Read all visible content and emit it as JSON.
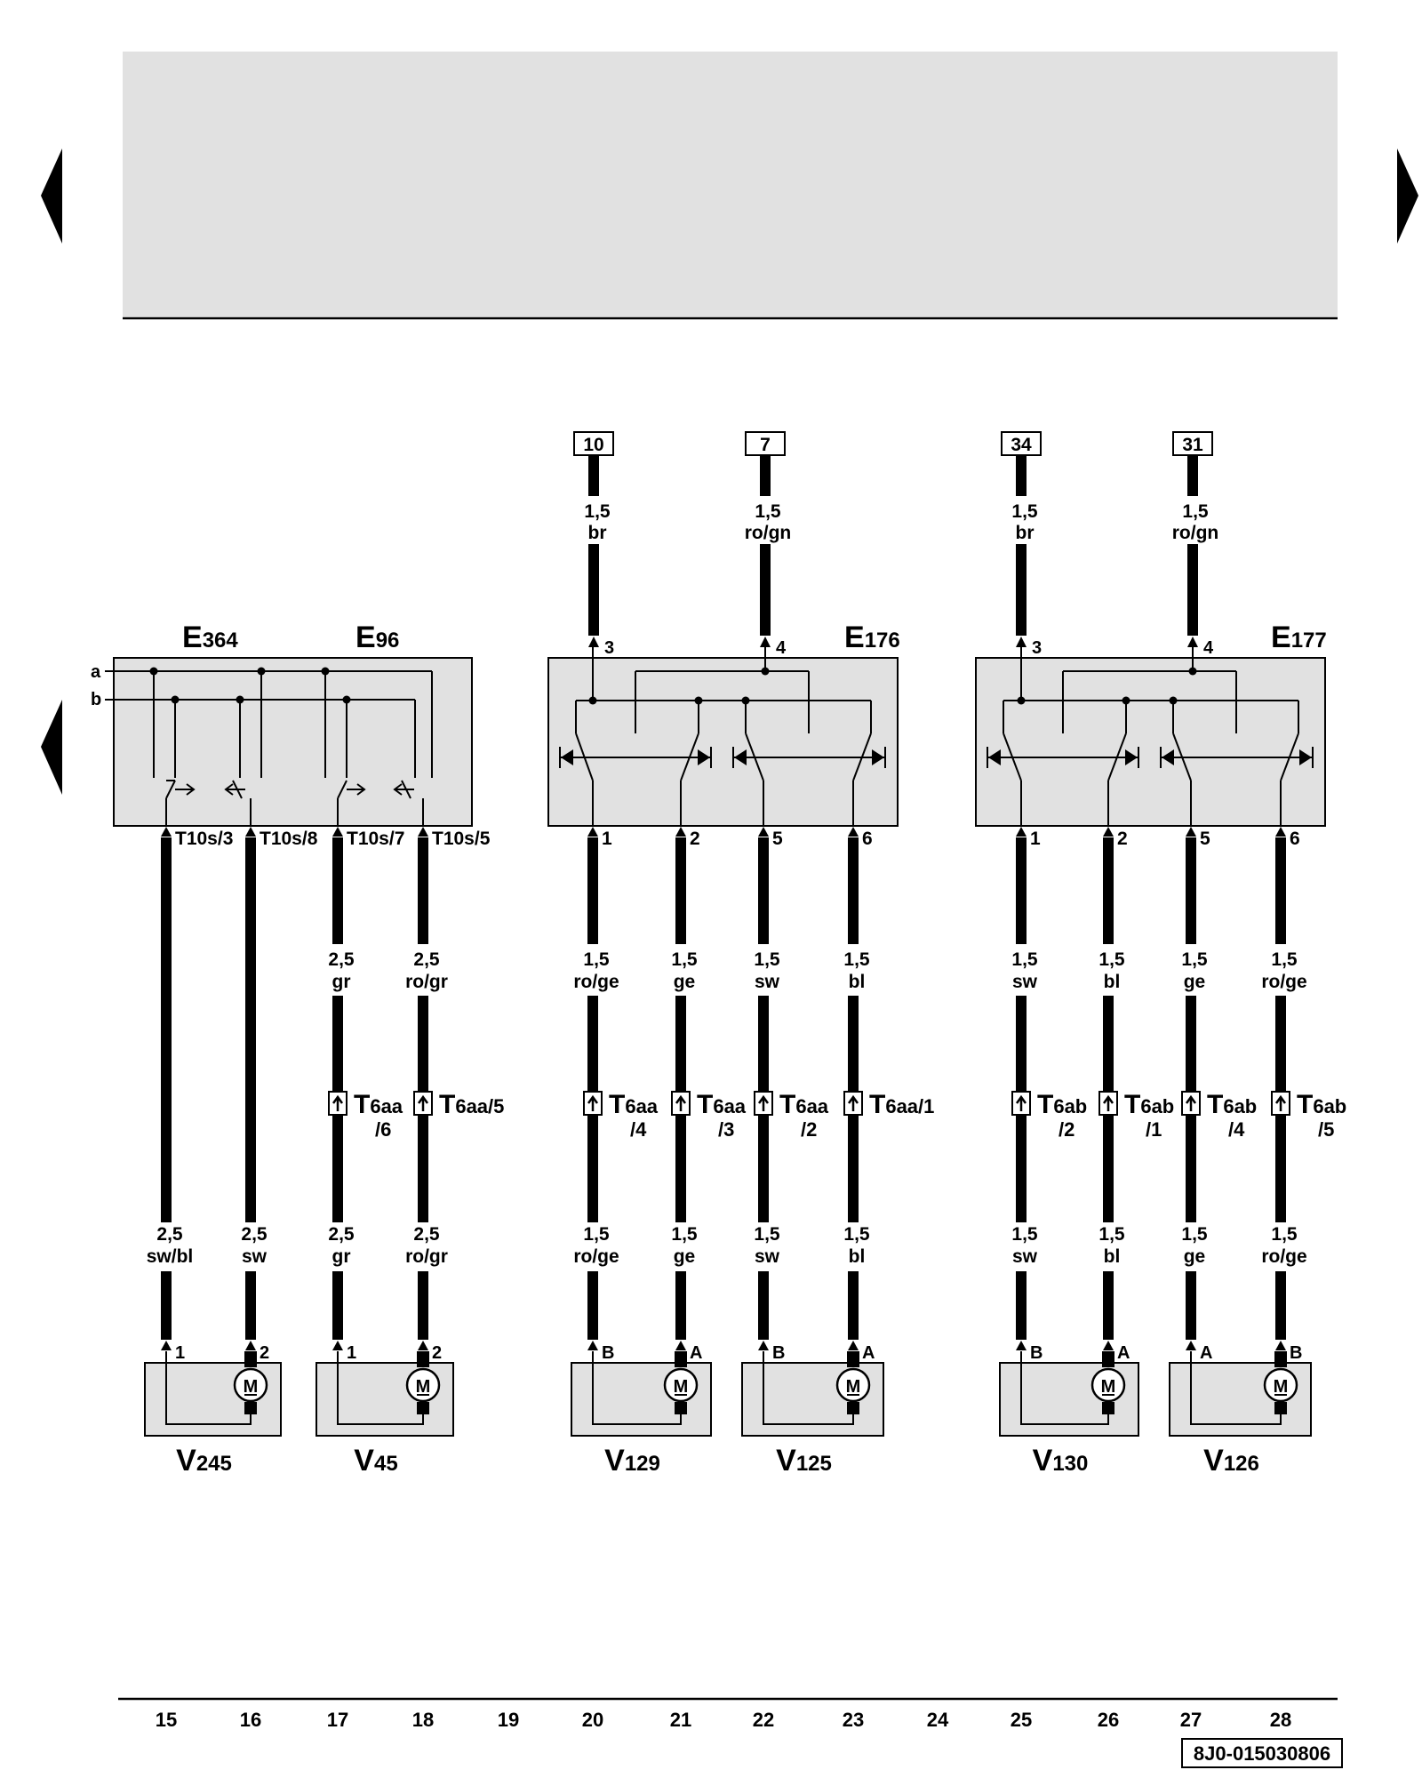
{
  "nav": {
    "prev_top": "previous-page",
    "next_top": "next-page",
    "prev_mid": "previous-page"
  },
  "components": {
    "E364": {
      "letter": "E",
      "num": "364"
    },
    "E96": {
      "letter": "E",
      "num": "96"
    },
    "E176": {
      "letter": "E",
      "num": "176"
    },
    "E177": {
      "letter": "E",
      "num": "177"
    }
  },
  "bus_labels": {
    "a": "a",
    "b": "b"
  },
  "refs": {
    "r10": "10",
    "r7": "7",
    "r34": "34",
    "r31": "31"
  },
  "top_wires": {
    "w20": {
      "size": "1,5",
      "color": "br"
    },
    "w22": {
      "size": "1,5",
      "color": "ro/gn"
    },
    "w25": {
      "size": "1,5",
      "color": "br"
    },
    "w27": {
      "size": "1,5",
      "color": "ro/gn"
    }
  },
  "top_pins": {
    "p20": "3",
    "p22": "4",
    "p25": "3",
    "p27": "4"
  },
  "switch_pins": {
    "c15": "T10s/3",
    "c16": "T10s/8",
    "c17": "T10s/7",
    "c18": "T10s/5",
    "c20": "1",
    "c21": "2",
    "c22": "5",
    "c23": "6",
    "c25": "1",
    "c26": "2",
    "c27": "5",
    "c28": "6"
  },
  "upper_wires": {
    "c17": {
      "size": "2,5",
      "color": "gr"
    },
    "c18": {
      "size": "2,5",
      "color": "ro/gr"
    },
    "c20": {
      "size": "1,5",
      "color": "ro/ge"
    },
    "c21": {
      "size": "1,5",
      "color": "ge"
    },
    "c22": {
      "size": "1,5",
      "color": "sw"
    },
    "c23": {
      "size": "1,5",
      "color": "bl"
    },
    "c25": {
      "size": "1,5",
      "color": "sw"
    },
    "c26": {
      "size": "1,5",
      "color": "bl"
    },
    "c27": {
      "size": "1,5",
      "color": "ge"
    },
    "c28": {
      "size": "1,5",
      "color": "ro/ge"
    }
  },
  "connectors": {
    "c17": {
      "t": "T",
      "sub": "6aa",
      "l2": "/6"
    },
    "c18": {
      "t": "T",
      "sub": "6aa/5",
      "l2": ""
    },
    "c20": {
      "t": "T",
      "sub": "6aa",
      "l2": "/4"
    },
    "c21": {
      "t": "T",
      "sub": "6aa",
      "l2": "/3"
    },
    "c22": {
      "t": "T",
      "sub": "6aa",
      "l2": "/2"
    },
    "c23": {
      "t": "T",
      "sub": "6aa/1",
      "l2": ""
    },
    "c25": {
      "t": "T",
      "sub": "6ab",
      "l2": "/2"
    },
    "c26": {
      "t": "T",
      "sub": "6ab",
      "l2": "/1"
    },
    "c27": {
      "t": "T",
      "sub": "6ab",
      "l2": "/4"
    },
    "c28": {
      "t": "T",
      "sub": "6ab",
      "l2": "/5"
    }
  },
  "lower_wires": {
    "c15": {
      "size": "2,5",
      "color": "sw/bl"
    },
    "c16": {
      "size": "2,5",
      "color": "sw"
    },
    "c17": {
      "size": "2,5",
      "color": "gr"
    },
    "c18": {
      "size": "2,5",
      "color": "ro/gr"
    },
    "c20": {
      "size": "1,5",
      "color": "ro/ge"
    },
    "c21": {
      "size": "1,5",
      "color": "ge"
    },
    "c22": {
      "size": "1,5",
      "color": "sw"
    },
    "c23": {
      "size": "1,5",
      "color": "bl"
    },
    "c25": {
      "size": "1,5",
      "color": "sw"
    },
    "c26": {
      "size": "1,5",
      "color": "bl"
    },
    "c27": {
      "size": "1,5",
      "color": "ge"
    },
    "c28": {
      "size": "1,5",
      "color": "ro/ge"
    }
  },
  "motor_pins": {
    "c15": "1",
    "c16": "2",
    "c17": "1",
    "c18": "2",
    "c20": "B",
    "c21": "A",
    "c22": "B",
    "c23": "A",
    "c25": "B",
    "c26": "A",
    "c27": "A",
    "c28": "B"
  },
  "motor_symbol": "M",
  "motors": {
    "V245": {
      "letter": "V",
      "num": "245"
    },
    "V45": {
      "letter": "V",
      "num": "45"
    },
    "V129": {
      "letter": "V",
      "num": "129"
    },
    "V125": {
      "letter": "V",
      "num": "125"
    },
    "V130": {
      "letter": "V",
      "num": "130"
    },
    "V126": {
      "letter": "V",
      "num": "126"
    }
  },
  "columns": [
    "15",
    "16",
    "17",
    "18",
    "19",
    "20",
    "21",
    "22",
    "23",
    "24",
    "25",
    "26",
    "27",
    "28"
  ],
  "doc_id": "8J0-015030806",
  "colors": {
    "box_fill": "#e1e1e1",
    "line": "#000000",
    "background": "#ffffff"
  }
}
